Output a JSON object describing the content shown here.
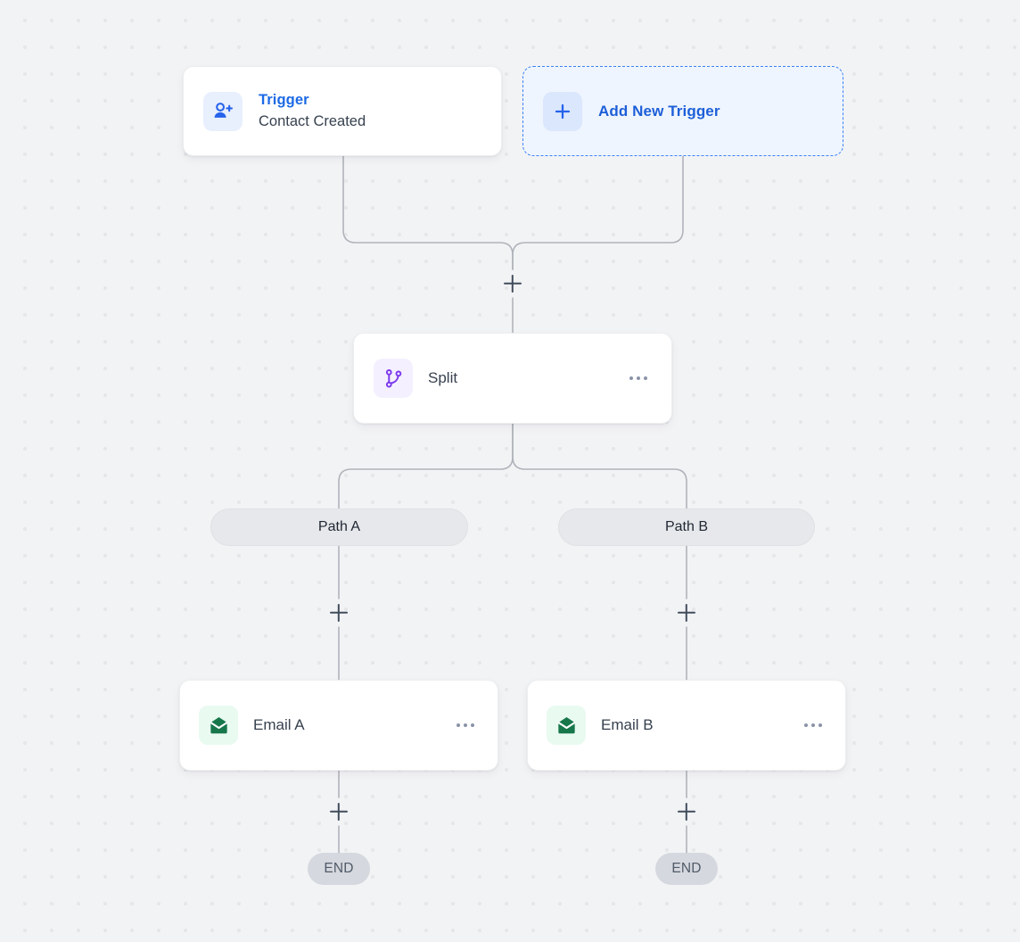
{
  "canvas": {
    "background_color": "#f2f3f5",
    "dot_color": "#e6e7e9",
    "edge_color": "#b0b4ba"
  },
  "nodes": {
    "trigger": {
      "icon": "user-plus-icon",
      "kicker": "Trigger",
      "subtitle": "Contact Created",
      "accent_color": "#1d6ae5",
      "icon_bg": "#e8effd"
    },
    "add_trigger": {
      "icon": "plus-icon",
      "label": "Add New Trigger",
      "accent_color": "#1d5fd8",
      "border_color": "#3b82f6",
      "bg": "#eff5fe"
    },
    "split": {
      "icon": "git-branch-icon",
      "title": "Split",
      "menu": "ellipsis-icon",
      "icon_bg": "#f4f0ff",
      "icon_color": "#7c3aed"
    },
    "email_a": {
      "icon": "envelope-icon",
      "title": "Email A",
      "menu": "ellipsis-icon",
      "icon_bg": "#e9faf0",
      "icon_color": "#17774b"
    },
    "email_b": {
      "icon": "envelope-icon",
      "title": "Email B",
      "menu": "ellipsis-icon",
      "icon_bg": "#e9faf0",
      "icon_color": "#17774b"
    }
  },
  "paths": {
    "a": {
      "label": "Path A"
    },
    "b": {
      "label": "Path B"
    }
  },
  "terminals": {
    "a": {
      "label": "END"
    },
    "b": {
      "label": "END"
    }
  },
  "connectors": {
    "merge": {
      "label": "+"
    },
    "path_a": {
      "label": "+"
    },
    "path_b": {
      "label": "+"
    },
    "email_a": {
      "label": "+"
    },
    "email_b": {
      "label": "+"
    }
  }
}
